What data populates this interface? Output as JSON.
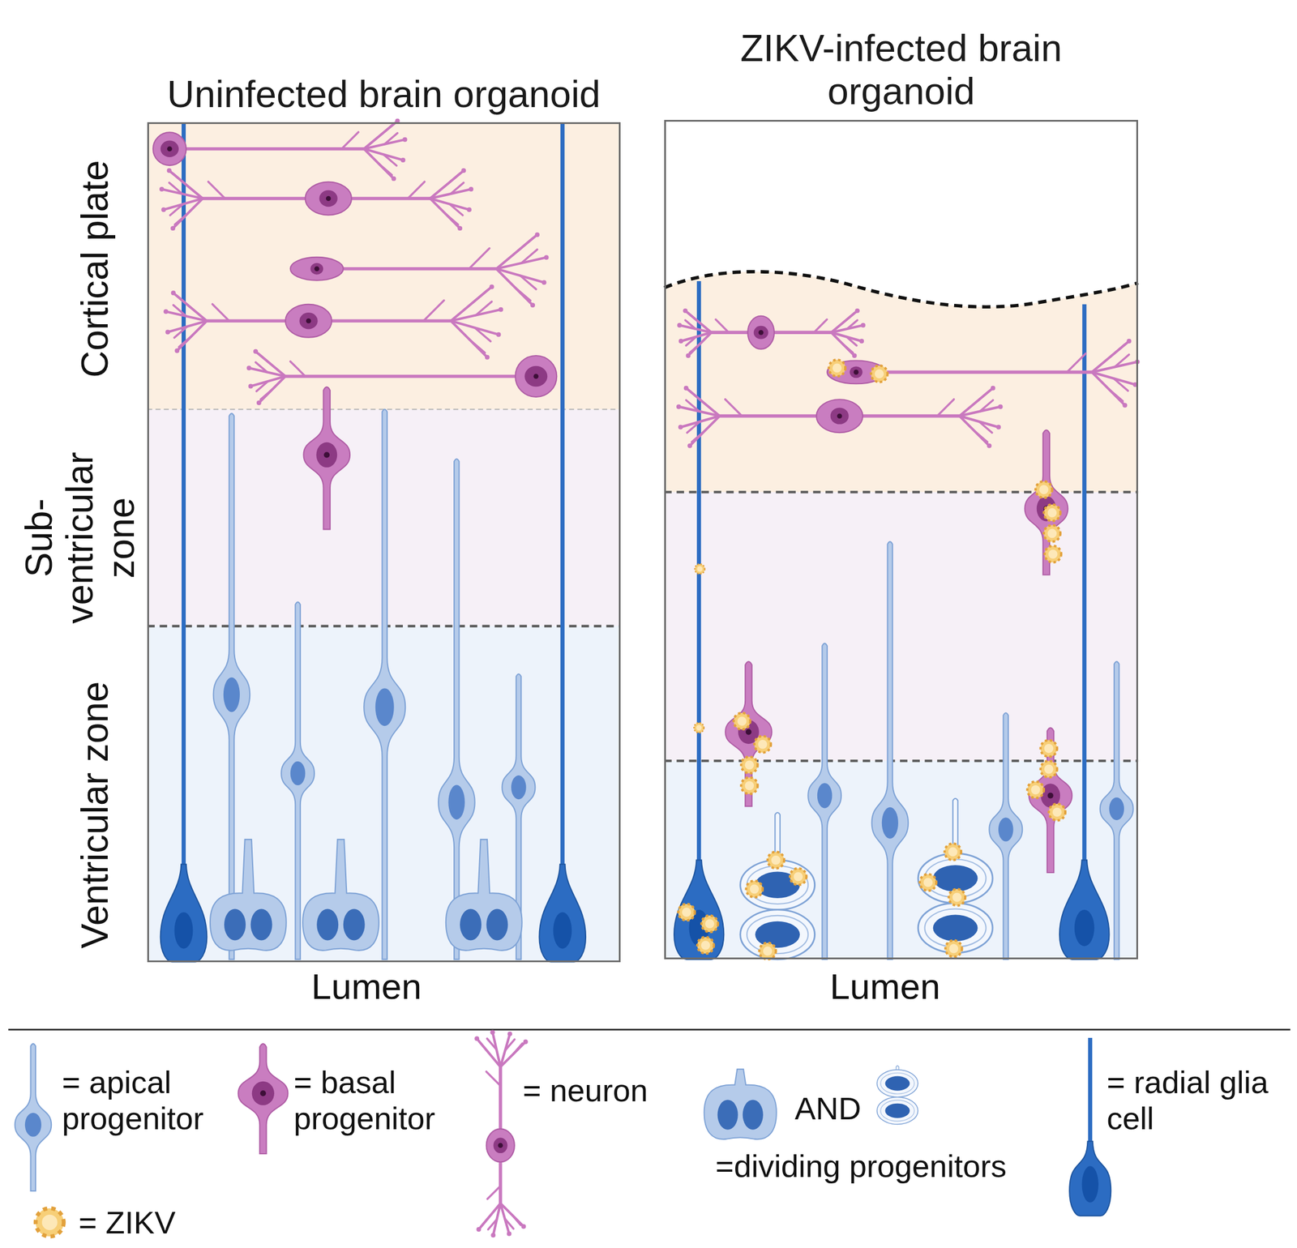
{
  "diagram": {
    "nodes": [
      {
        "text": [
          "Uninfected brain organoid"
        ]
      },
      {
        "text": [
          "ZIKV-infected brain organoid"
        ]
      }
    ],
    "labels": [
      "Cortical plate",
      "Sub- ventricular zone",
      "Ventricular zone",
      "Lumen",
      "Lumen",
      "AND"
    ],
    "legend": [
      {
        "text": "= apical progenitor"
      },
      {
        "text": "= basal progenitor"
      },
      {
        "text": "= neuron"
      },
      {
        "text": "=dividing progenitors"
      },
      {
        "text": "= radial glia cell"
      },
      {
        "text": "= ZIKV"
      }
    ]
  }
}
